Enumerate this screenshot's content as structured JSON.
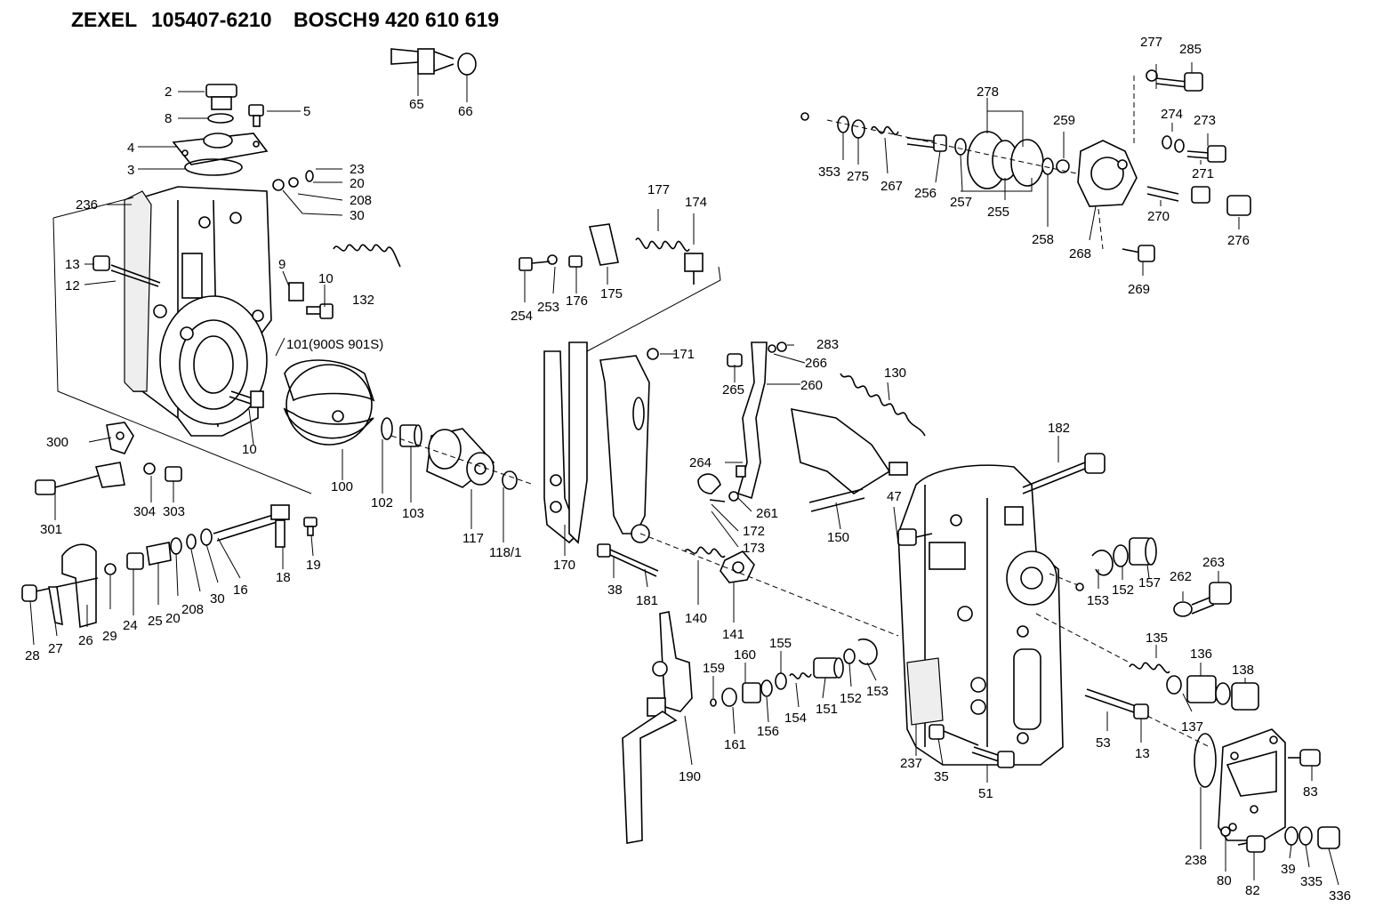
{
  "header": {
    "brand1": "ZEXEL",
    "part_number": "105407-6210",
    "brand2": "BOSCH",
    "bosch_number": "9 420 610 619"
  },
  "callouts": [
    "2",
    "8",
    "5",
    "4",
    "3",
    "23",
    "20",
    "208",
    "30",
    "236",
    "9",
    "10",
    "13",
    "12",
    "132",
    "101(900S 901S)",
    "10",
    "65",
    "66",
    "177",
    "174",
    "254",
    "253",
    "176",
    "175",
    "171",
    "283",
    "266",
    "265",
    "260",
    "130",
    "300",
    "304",
    "303",
    "301",
    "100",
    "102",
    "103",
    "117",
    "118/1",
    "170",
    "264",
    "261",
    "172",
    "173",
    "150",
    "47",
    "182",
    "277",
    "285",
    "278",
    "274",
    "273",
    "259",
    "271",
    "353",
    "275",
    "267",
    "256",
    "257",
    "255",
    "258",
    "270",
    "276",
    "268",
    "269",
    "16",
    "18",
    "19",
    "30",
    "208",
    "20",
    "25",
    "24",
    "29",
    "26",
    "27",
    "28",
    "38",
    "181",
    "140",
    "141",
    "159",
    "160",
    "155",
    "161",
    "156",
    "154",
    "151",
    "152",
    "153",
    "190",
    "153",
    "152",
    "157",
    "262",
    "263",
    "135",
    "136",
    "138",
    "137",
    "53",
    "13",
    "237",
    "35",
    "51",
    "83",
    "238",
    "80",
    "82",
    "39",
    "335",
    "336"
  ]
}
